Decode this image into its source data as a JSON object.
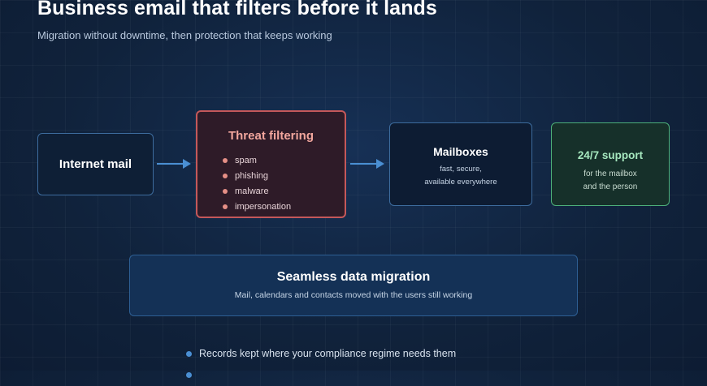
{
  "header": {
    "title": "Business email that filters before it lands",
    "subtitle": "Migration without downtime, then protection that keeps working"
  },
  "flow": {
    "internet": {
      "label": "Internet mail"
    },
    "threat": {
      "label": "Threat filtering",
      "items": [
        "spam",
        "phishing",
        "malware",
        "impersonation"
      ]
    },
    "mailboxes": {
      "label": "Mailboxes",
      "desc_line1": "fast, secure,",
      "desc_line2": "available everywhere"
    },
    "support": {
      "label": "24/7 support",
      "desc_line1": "for the mailbox",
      "desc_line2": "and the person"
    },
    "migration": {
      "label": "Seamless data migration",
      "desc": "Mail, calendars and contacts moved with the users still working"
    }
  },
  "bullets": [
    "Records kept where your compliance regime needs them",
    ""
  ],
  "colors": {
    "background": "#11233d",
    "threat_border": "#c4585a",
    "threat_title": "#f2a69d",
    "support_border": "#4db07a",
    "support_title": "#a6e8bf",
    "box_border": "#3d6c9e",
    "arrow": "#4a8fd3",
    "bullet": "#4a8fd3"
  },
  "icons": {
    "arrow": "arrow-right-icon",
    "bullet": "dot-icon"
  }
}
